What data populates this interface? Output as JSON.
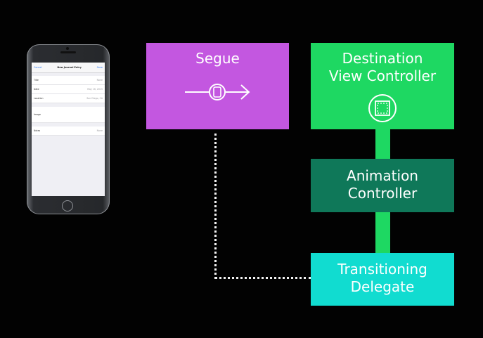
{
  "phone": {
    "nav": {
      "cancel": "Cancel",
      "title": "New Journal Entry",
      "save": "Save"
    },
    "rows": [
      {
        "label": "Title",
        "value": "None"
      },
      {
        "label": "Date",
        "value": "May 16, 2015"
      },
      {
        "label": "Location",
        "value": "San Diego, CA"
      },
      {
        "label": "Image",
        "value": ""
      },
      {
        "label": "Notes",
        "value": "None"
      }
    ]
  },
  "diagram": {
    "segue": {
      "label": "Segue",
      "color": "#c357e0"
    },
    "destination": {
      "line1": "Destination",
      "line2": "View Controller",
      "color": "#1ed862"
    },
    "animation": {
      "line1": "Animation",
      "line2": "Controller",
      "color": "#0f7859"
    },
    "transitioning": {
      "line1": "Transitioning",
      "line2": "Delegate",
      "color": "#11dcd0"
    },
    "icons": [
      "segue-arrow-icon",
      "view-controller-icon"
    ]
  }
}
